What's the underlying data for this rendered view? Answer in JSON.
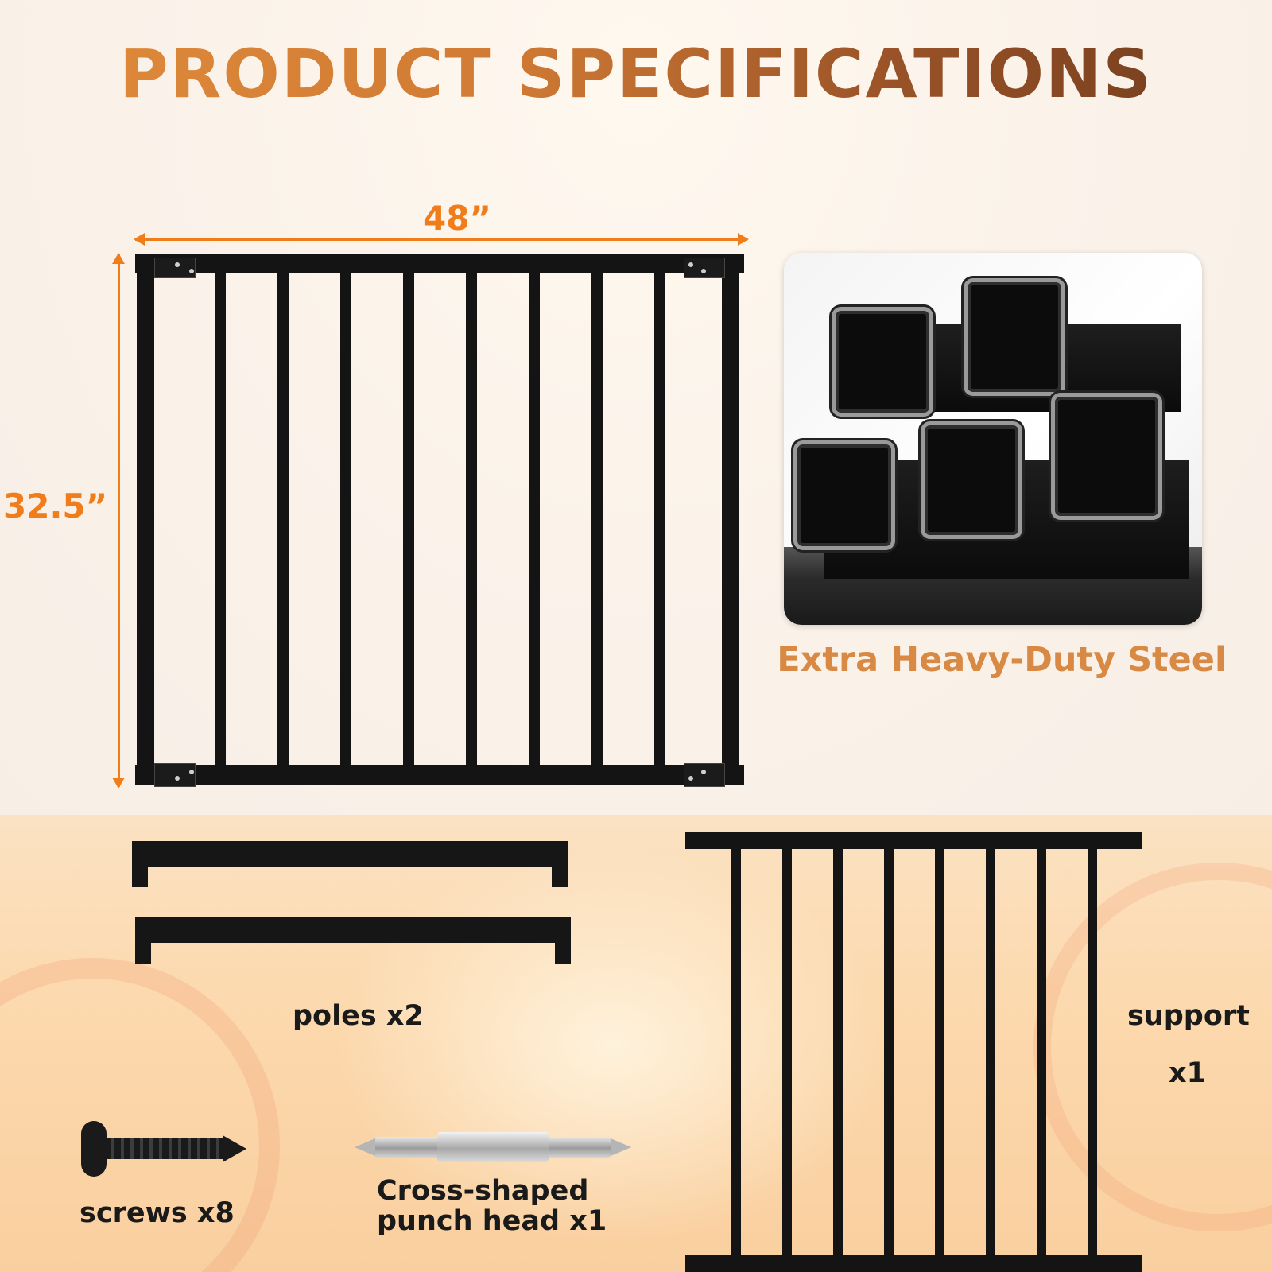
{
  "title": "PRODUCT SPECIFICATIONS",
  "dimensions": {
    "width": "48”",
    "height": "32.5”"
  },
  "material": {
    "caption": "Extra Heavy-Duty Steel"
  },
  "parts": {
    "poles": "poles x2",
    "support_line1": "support",
    "support_line2": "x1",
    "screws": "screws x8",
    "punch_line1": "Cross-shaped",
    "punch_line2": "punch head x1"
  },
  "colors": {
    "accent": "#f07d1a",
    "title_gradient_start": "#e08c3a",
    "title_gradient_end": "#6e3a1c",
    "caption": "#d88a45",
    "metal": "#141414"
  },
  "icons": [
    "railing-panel-image",
    "steel-tubes-image",
    "pole-image",
    "support-panel-image",
    "screw-icon",
    "screwdriver-bit-icon"
  ]
}
